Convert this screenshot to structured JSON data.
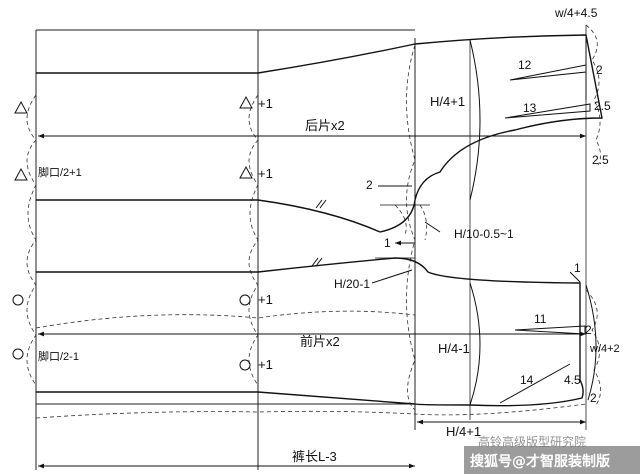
{
  "labels": {
    "w4_45": "w/4+4.5",
    "n12": "12",
    "n2a": "2",
    "h4p1_back": "H/4+1",
    "n13": "13",
    "n25a": "2.5",
    "back_x2": "后片x2",
    "plus1_a": "+1",
    "hem_back": "脚口/2+1",
    "plus1_b": "+1",
    "n25b": "2.5",
    "n2b": "2",
    "h10": "H/10-0.5~1",
    "n1a": "1",
    "h20": "H/20-1",
    "n1b": "1",
    "plus1_c": "+1",
    "n11": "11",
    "n2c": "2",
    "front_x2": "前片x2",
    "h4m1_front": "H/4-1",
    "w4_2": "w/4+2",
    "hem_front": "脚口/2-1",
    "plus1_d": "+1",
    "n14": "14",
    "n45": "4.5",
    "n2d": "2",
    "h4p1_bottom": "H/4+1",
    "length": "裤长L-3"
  },
  "watermark": {
    "line1": "高铃高级版型研究院",
    "line2": "搜狐号@才智服装制版"
  },
  "colors": {
    "ink": "#111111",
    "watermark": "#ffffff"
  }
}
